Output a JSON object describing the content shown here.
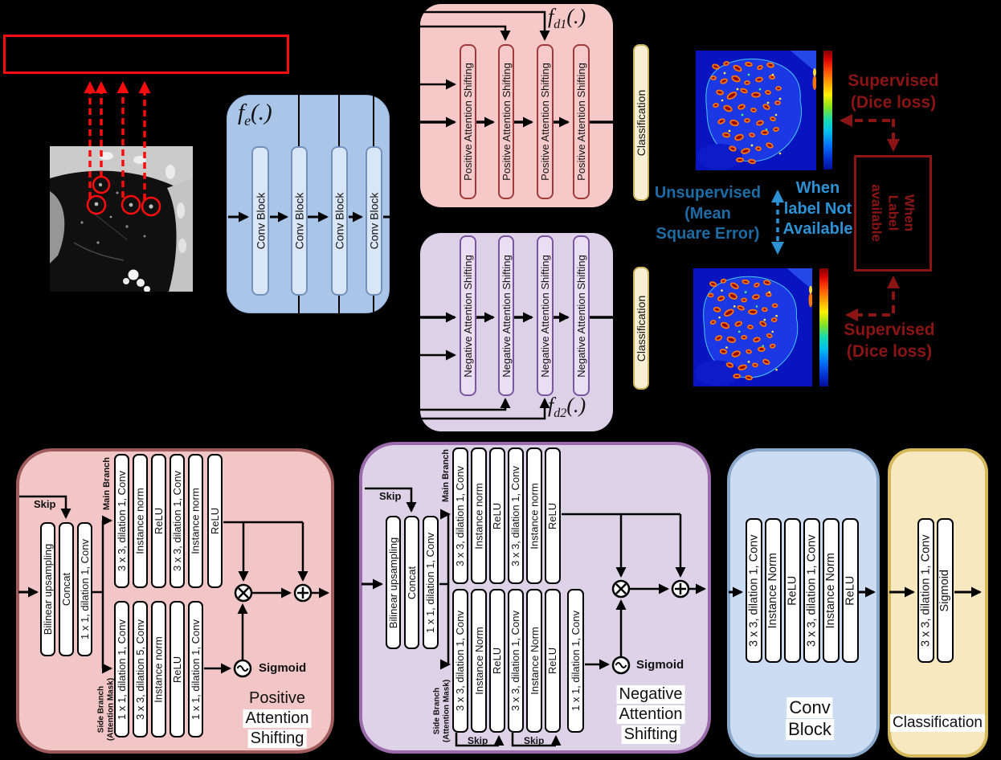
{
  "colors": {
    "red": "#fb0d0d",
    "dark_red": "#8b1515",
    "blue_text": "#1d6ca6",
    "light_blue_text": "#2d92d4",
    "encoder_fill": "#a9c5e8",
    "positive_fill": "#f6c8c8",
    "negative_fill": "#ddd1e7",
    "classification_fill": "#f9efd4",
    "conv_block_fill": "#ccdcf2"
  },
  "encoder": {
    "fn_base": "f",
    "fn_sub": "e",
    "fn_args": "(.)",
    "bars": [
      "Conv Block",
      "Conv Block",
      "Conv Block",
      "Conv Block"
    ]
  },
  "positive_decoder": {
    "fn_base": "f",
    "fn_sub": "d1",
    "fn_args": "(.)",
    "bars": [
      "Positive Attention Shifting",
      "Positive Attention Shifting",
      "Positive Attention Shifting",
      "Positive Attention Shifting"
    ]
  },
  "negative_decoder": {
    "fn_base": "f",
    "fn_sub": "d2",
    "fn_args": "(.)",
    "bars": [
      "Negative Attention Shifting",
      "Negative Attention Shifting",
      "Negative Attention Shifting",
      "Negative Attention Shifting"
    ]
  },
  "classification": {
    "top_bar": "Classification",
    "bottom_bar": "Classification"
  },
  "annotations": {
    "supervised_top_l1": "Supervised",
    "supervised_top_l2": "(Dice loss)",
    "supervised_bottom_l1": "Supervised",
    "supervised_bottom_l2": "(Dice loss)",
    "unsupervised_l1": "Unsupervised",
    "unsupervised_l2": "(Mean",
    "unsupervised_l3": "Square Error)",
    "when_not_l1": "When",
    "when_not_l2": "label Not",
    "when_not_l3": "Available",
    "when_avail_l1": "When",
    "when_avail_l2": "Label",
    "when_avail_l3": "available"
  },
  "positive_block": {
    "skip_label": "Skip",
    "stem": [
      "Bilinear upsampling",
      "Concat",
      "1 x 1, dilation 1, Conv"
    ],
    "main_branch_label": "Main Branch",
    "main": [
      "3 x 3, dilation 1, Conv",
      "Instance norm",
      "ReLU",
      "3 x 3, dilation 1, Conv",
      "Instance norm",
      "ReLU"
    ],
    "side_branch_label_l1": "Side Branch",
    "side_branch_label_l2": "(Attention Mask)",
    "side": [
      "1 x 1, dilation 1, Conv",
      "3 x 3, dilation 5, Conv",
      "Instance norm",
      "ReLU",
      "1 x 1, dilation 1, Conv"
    ],
    "sigmoid_label": "Sigmoid",
    "title_l1": "Positive",
    "title_l2": "Attention",
    "title_l3": "Shifting"
  },
  "negative_block": {
    "skip_label": "Skip",
    "stem": [
      "Bilinear upsampling",
      "Concat",
      "1 x 1, dilation 1, Conv"
    ],
    "main_branch_label": "Main Branch",
    "main": [
      "3 x 3, dilation 1, Conv",
      "Instance norm",
      "ReLU",
      "3 x 3, dilation 1, Conv",
      "Instance norm",
      "ReLU"
    ],
    "side_branch_label_l1": "Side Branch",
    "side_branch_label_l2": "(Attention Mask)",
    "side": [
      "3 x 3, dilation 1, Conv",
      "Instance Norm",
      "ReLU",
      "3 x 3, dilation 1, Conv",
      "Instance Norm",
      "ReLU",
      "1 x 1, dilation 1, Conv"
    ],
    "skip_bottom_1": "Skip",
    "skip_bottom_2": "Skip",
    "sigmoid_label": "Sigmoid",
    "title_l1": "Negative",
    "title_l2": "Attention",
    "title_l3": "Shifting"
  },
  "conv_block": {
    "bars": [
      "3 x 3, dilation 1, Conv",
      "Instance Norm",
      "ReLU",
      "3 x 3, dilation 1, Conv",
      "Instance Norm",
      "ReLU"
    ],
    "title_l1": "Conv",
    "title_l2": "Block"
  },
  "classification_block": {
    "bars": [
      "3 x 3, dilation 1, Conv",
      "Sigmoid"
    ],
    "title": "Classification"
  }
}
